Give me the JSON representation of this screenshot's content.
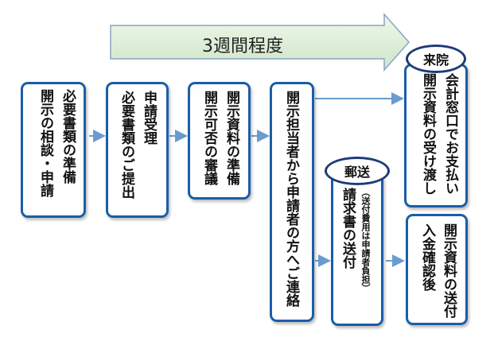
{
  "banner": {
    "label": "3週間程度"
  },
  "steps": {
    "step1": {
      "lines": [
        "必要書類の準備",
        "開示の相談・申請"
      ]
    },
    "step2": {
      "lines": [
        "申請受理",
        "必要書類のご提出"
      ]
    },
    "step3": {
      "lines": [
        "開示資料の準備",
        "開示可否の審議"
      ]
    },
    "step4": {
      "lines": [
        "開示担当者から申請者の方へご連絡"
      ]
    },
    "visit": {
      "badge": "来院",
      "lines": [
        "会計窓口でお支払い",
        "開示資料の受け渡し"
      ]
    },
    "mail": {
      "badge": "郵送",
      "main": "請求書の送付",
      "note": "（送付費用は申請者負担）"
    },
    "final": {
      "lines": [
        "開示資料の送付",
        "入金確認後"
      ]
    }
  },
  "colors": {
    "border": "#1a5ea8",
    "arrow": "#6a9bd0",
    "banner_fill": "#d9ecd4",
    "banner_stroke": "#8aa5bf"
  }
}
